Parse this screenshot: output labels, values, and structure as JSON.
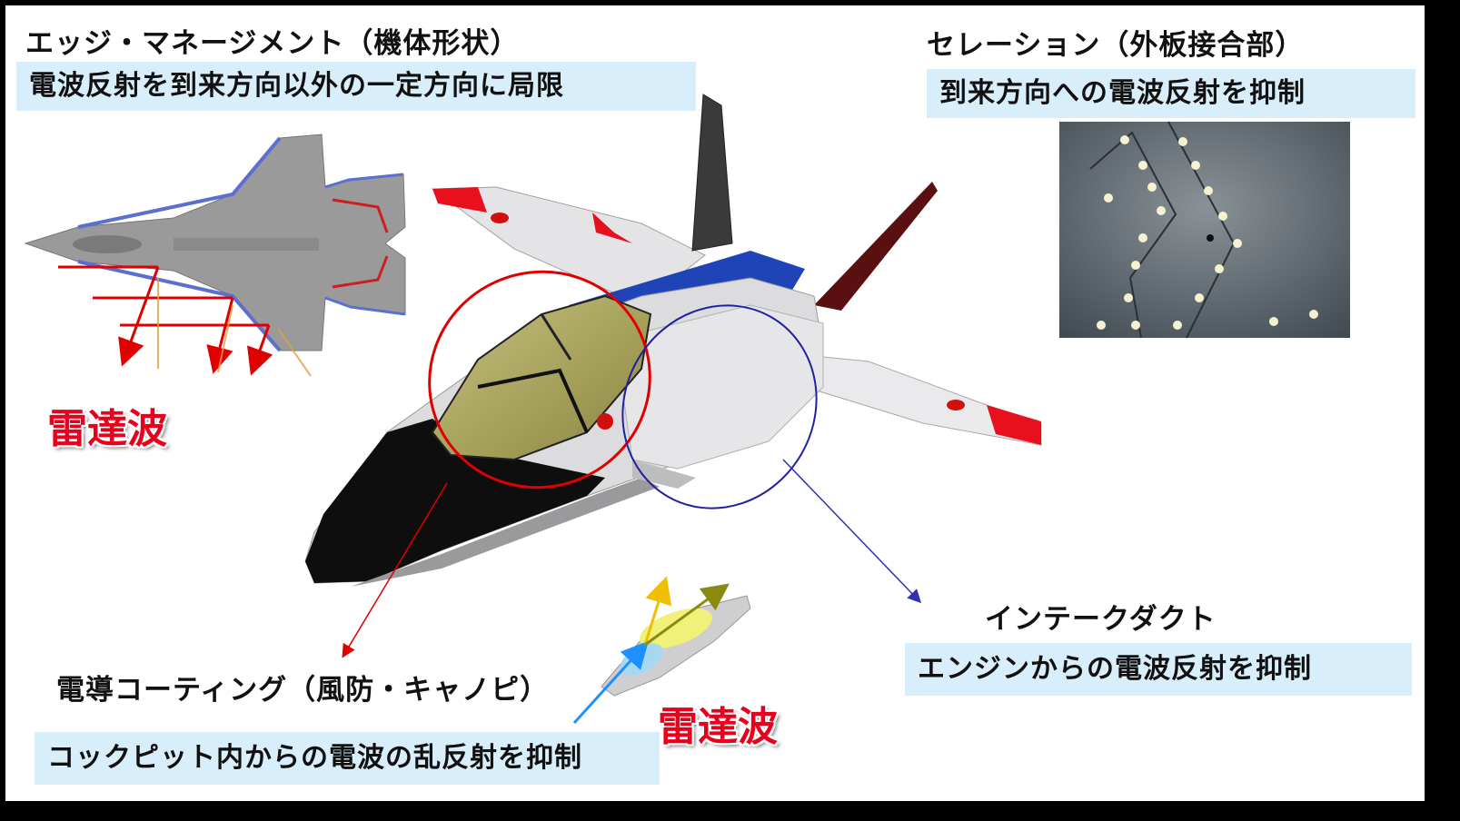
{
  "edge": {
    "title": "エッジ・マネージメント（機体形状）",
    "desc": "電波反射を到来方向以外の一定方向に局限"
  },
  "serration": {
    "title": "セレーション（外板接合部）",
    "desc": "到来方向への電波反射を抑制"
  },
  "intake": {
    "title": "インテークダクト",
    "desc": "エンジンからの電波反射を抑制"
  },
  "coating": {
    "title": "電導コーティング（風防・キャノピ）",
    "desc": "コックピット内からの電波の乱反射を抑制"
  },
  "radar_label": "雷達波",
  "colors": {
    "box_bg": "#d9eefb",
    "radar_text": "#e8001c",
    "canopy_circle": "#e00000",
    "intake_circle": "#2020a0",
    "reflect_arrow": "#e00000",
    "incoming_arrow": "#1e90ff",
    "scatter_arrow": "#f0c000"
  }
}
